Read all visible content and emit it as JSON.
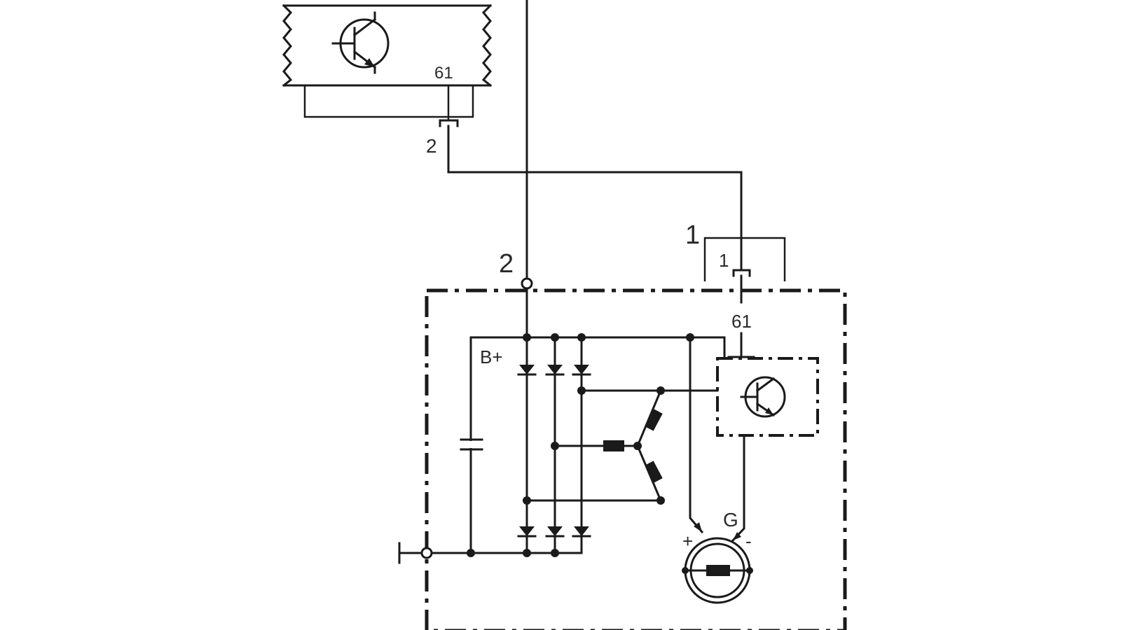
{
  "labels": {
    "ecu_pin": "61",
    "ecu_connector_pin": "2",
    "terminal_b_plus_number": "2",
    "connector_number": "1",
    "connector_pin": "1",
    "regulator_pin": "61",
    "b_plus": "B+",
    "generator": "G",
    "field_plus": "+",
    "field_minus": "-"
  },
  "colors": {
    "line": "#1a1a1a",
    "text": "#2a2a2a",
    "background": "#ffffff"
  }
}
